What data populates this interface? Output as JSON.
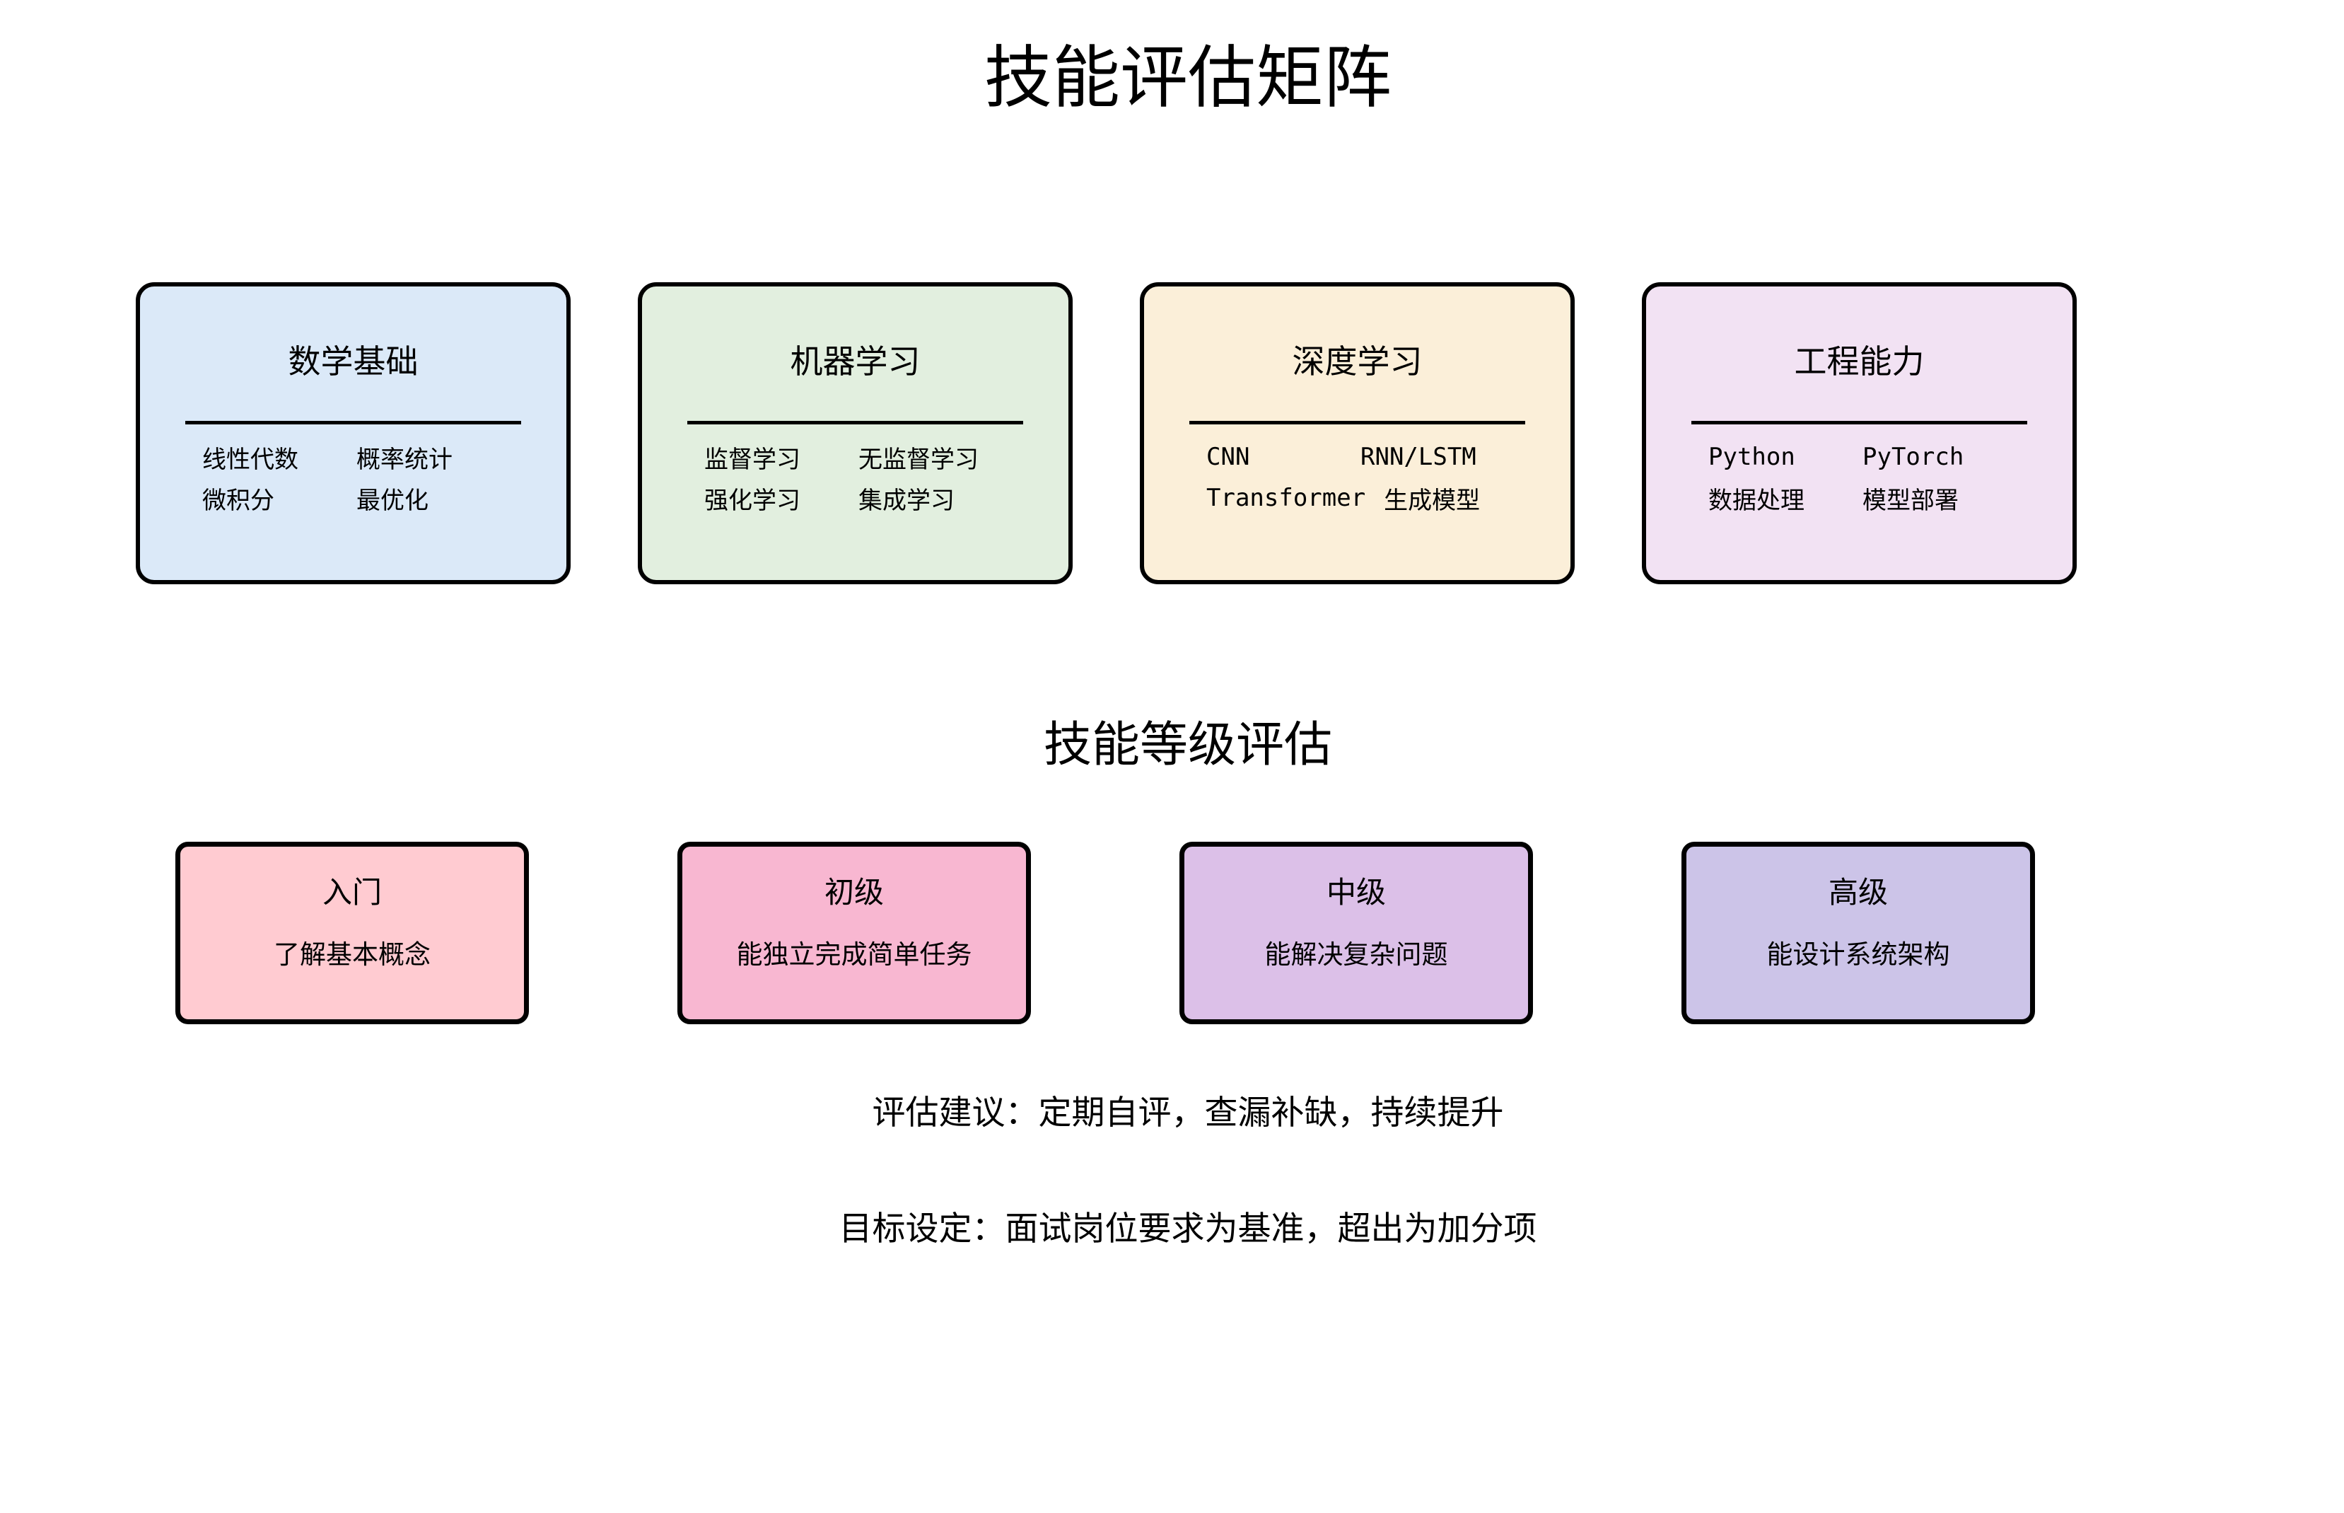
{
  "page": {
    "title": "技能评估矩阵",
    "background_color": "#ffffff",
    "border_color": "#000000",
    "text_color": "#000000"
  },
  "skills": {
    "cards": [
      {
        "title": "数学基础",
        "fill": "#dbe9f8",
        "items": [
          "线性代数",
          "概率统计",
          "微积分",
          "最优化"
        ]
      },
      {
        "title": "机器学习",
        "fill": "#e2efdf",
        "items": [
          "监督学习",
          "无监督学习",
          "强化学习",
          "集成学习"
        ]
      },
      {
        "title": "深度学习",
        "fill": "#fbefd9",
        "items": [
          "CNN",
          "RNN/LSTM",
          "Transformer",
          "生成模型"
        ]
      },
      {
        "title": "工程能力",
        "fill": "#f2e2f3",
        "items": [
          "Python",
          "PyTorch",
          "数据处理",
          "模型部署"
        ]
      }
    ]
  },
  "levels": {
    "section_title": "技能等级评估",
    "cards": [
      {
        "name": "入门",
        "description": "了解基本概念",
        "fill": "#ffcbd1"
      },
      {
        "name": "初级",
        "description": "能独立完成简单任务",
        "fill": "#f8b7d1"
      },
      {
        "name": "中级",
        "description": "能解决复杂问题",
        "fill": "#dcc0e8"
      },
      {
        "name": "高级",
        "description": "能设计系统架构",
        "fill": "#ccc4e8"
      }
    ]
  },
  "notes": {
    "line1": "评估建议：定期自评，查漏补缺，持续提升",
    "line2": "目标设定：面试岗位要求为基准，超出为加分项"
  }
}
